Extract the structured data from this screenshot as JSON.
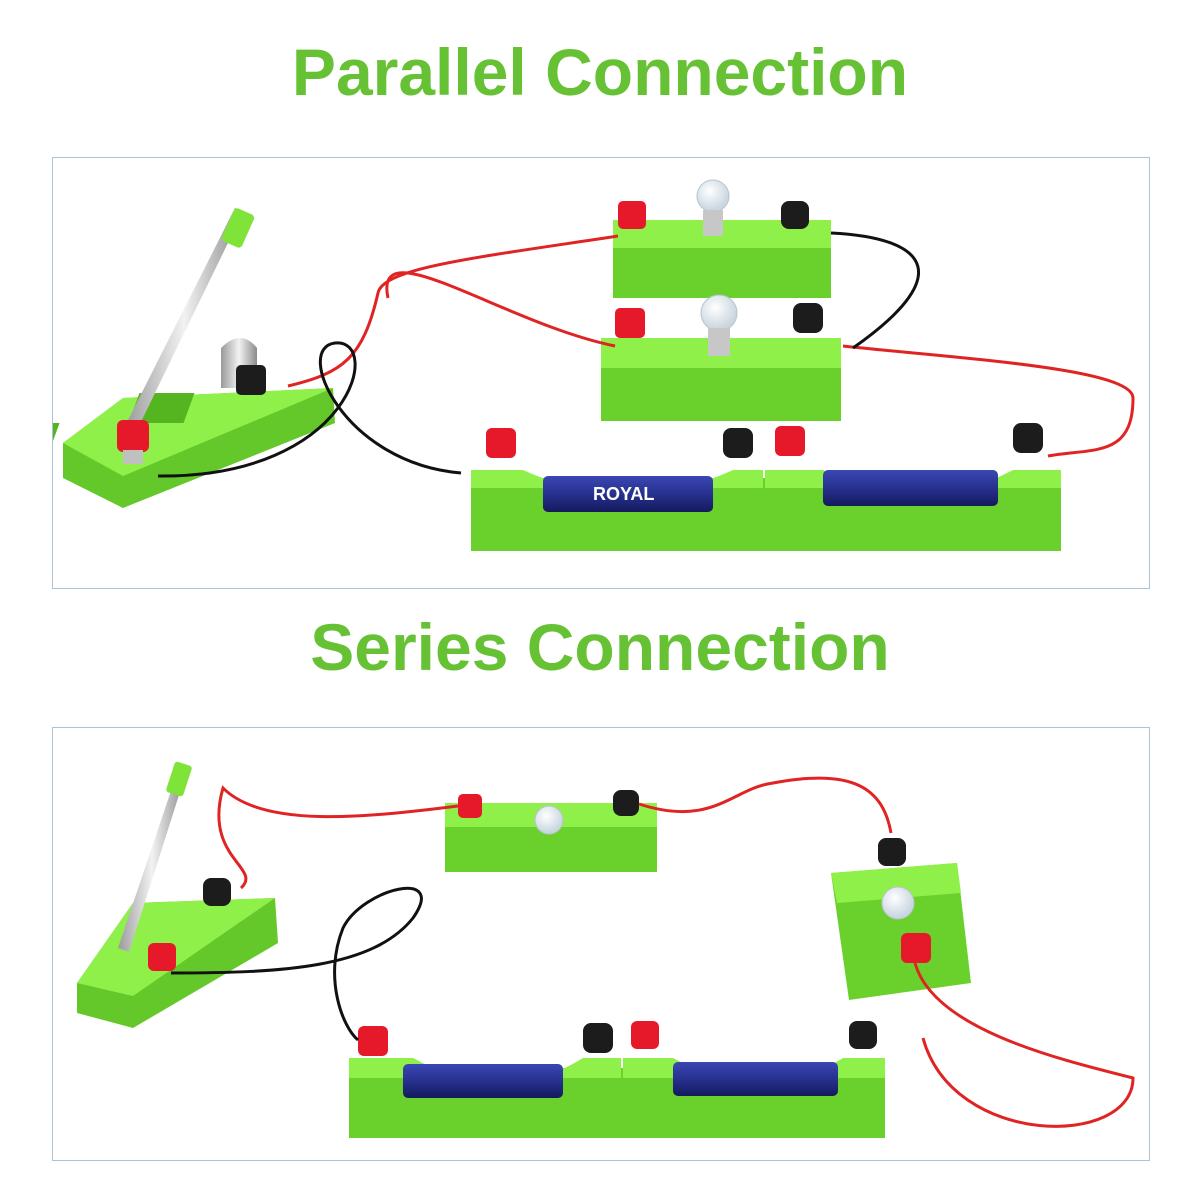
{
  "headings": {
    "parallel": "Parallel Connection",
    "series": "Series Connection"
  },
  "battery_labels": {
    "brand": "ROYAL"
  },
  "colors": {
    "heading": "#66c234",
    "panel_border": "#a8c4dc",
    "plastic": "#7fe33a",
    "wire_red": "#e02424",
    "wire_black": "#111111",
    "terminal_red": "#e5192a",
    "terminal_black": "#1c1c1c",
    "battery_blue": "#27318f"
  }
}
